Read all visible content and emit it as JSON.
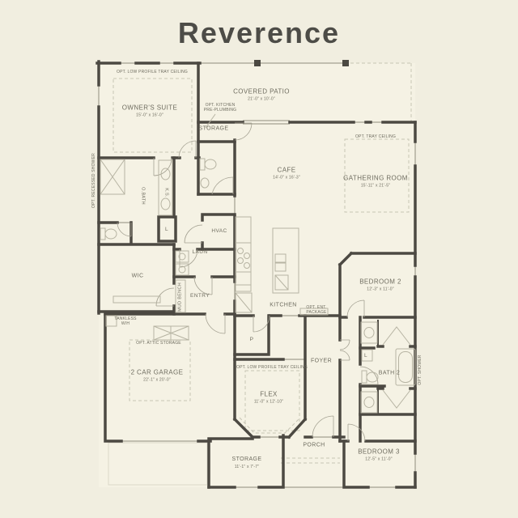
{
  "title": "Reverence",
  "colors": {
    "background": "#f1eee0",
    "plan_fill": "#f5f2e4",
    "wall": "#4c4942",
    "label": "#6e6c5f",
    "title": "#4d4c47",
    "thin": "#8f8c7c",
    "fixture": "#b7b4a3",
    "dashed": "#c8c5b5",
    "arc": "#a5a293",
    "faint": "#dbd8c9"
  },
  "labels": {
    "owners_suite": {
      "text": "OWNER'S SUITE",
      "dims": "15'-0\" x 16'-0\""
    },
    "covered_patio": {
      "text": "COVERED PATIO",
      "dims": "21'-0\" x 10'-0\""
    },
    "cafe": {
      "text": "CAFE",
      "dims": "14'-0\" x 16'-3\""
    },
    "gathering_room": {
      "text": "GATHERING ROOM",
      "dims": "15'-11\" x 21'-5\""
    },
    "bedroom2": {
      "text": "BEDROOM 2",
      "dims": "12'-3\" x 11'-0\""
    },
    "bedroom3": {
      "text": "BEDROOM 3",
      "dims": "12'-5\" x 11'-0\""
    },
    "flex": {
      "text": "FLEX",
      "dims": "11'-0\" x 12'-10\""
    },
    "garage": {
      "text": "2 CAR GARAGE",
      "dims": "22'-1\" x 20'-0\""
    },
    "storage_upper": {
      "text": "STORAGE"
    },
    "storage_lower": {
      "text": "STORAGE",
      "dims": "11'-1\" x 7'-7\""
    },
    "porch": {
      "text": "PORCH"
    },
    "foyer": {
      "text": "FOYER"
    },
    "kitchen": {
      "text": "KITCHEN"
    },
    "bath2": {
      "text": "BATH 2"
    },
    "obath": {
      "text": "O.BATH"
    },
    "ks": {
      "text": "K.S."
    },
    "wic": {
      "text": "WIC"
    },
    "laun": {
      "text": "LAUN"
    },
    "entry": {
      "text": "ENTRY"
    },
    "hvac": {
      "text": "HVAC"
    },
    "pantry": {
      "text": "P"
    },
    "linen_obath": {
      "text": "L"
    },
    "linen_bath2": {
      "text": "L"
    },
    "mud_bench": {
      "text": "MUD BENCH"
    },
    "tankless": {
      "text": "TANKLESS W/H"
    },
    "opt_attic": {
      "text": "OPT. ATTIC STORAGE"
    },
    "opt_tray_owner": {
      "text": "OPT. LOW PROFILE TRAY CEILING"
    },
    "opt_tray_gathering": {
      "text": "OPT. TRAY CEILING"
    },
    "opt_tray_flex": {
      "text": "OPT. LOW PROFILE TRAY CEILING"
    },
    "opt_kitchen_preplumb": {
      "text": "OPT. KITCHEN PRE-PLUMBING"
    },
    "opt_ent_package": {
      "text": "OPT. ENT. PACKAGE"
    },
    "opt_recessed_shower": {
      "text": "OPT. RECESSED SHOWER"
    },
    "opt_shower": {
      "text": "OPT. SHOWER"
    }
  }
}
